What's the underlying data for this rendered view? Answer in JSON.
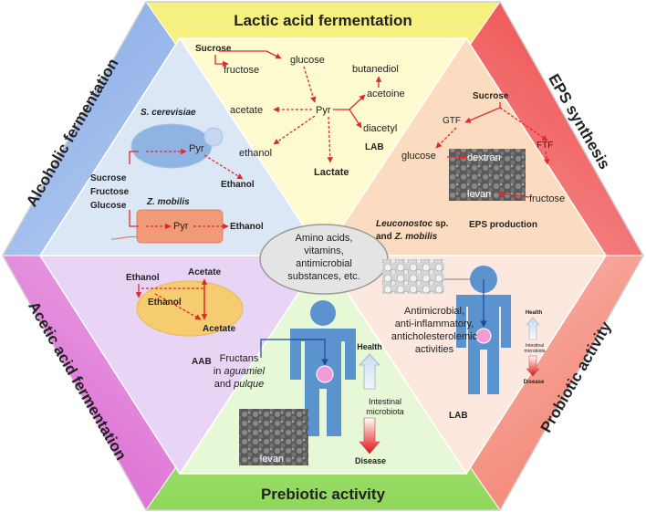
{
  "sections": {
    "lactic": "Lactic acid fermentation",
    "eps": "EPS synthesis",
    "probiotic_right": "Probiotic activity",
    "prebiotic": "Prebiotic activity",
    "acetic": "Acetic acid fermentation",
    "alcoholic": "Alcoholic fermentation"
  },
  "center": {
    "line1": "Amino acids,",
    "line2": "vitamins,",
    "line3": "antimicrobial",
    "line4": "substances, etc."
  },
  "lactic": {
    "sucrose": "Sucrose",
    "fructose": "fructose",
    "glucose": "glucose",
    "butanediol": "butanediol",
    "acetoine": "acetoine",
    "pyr": "Pyr",
    "acetate": "acetate",
    "diacetyl": "diacetyl",
    "ethanol": "ethanol",
    "lab": "LAB",
    "lactate": "Lactate"
  },
  "eps": {
    "sucrose": "Sucrose",
    "gtf": "GTF",
    "glucose": "glucose",
    "dextran": "dextran",
    "ftf": "FTF",
    "levan": "levan",
    "fructose": "fructose",
    "org1": "Leuconostoc",
    "org2": " sp.",
    "org3": "and ",
    "org4": "Z. mobilis",
    "production": "EPS production"
  },
  "alcoholic": {
    "s_cerevisiae": "S. cerevisiae",
    "pyr1": "Pyr",
    "ethanol1": "Ethanol",
    "sucrose": "Sucrose",
    "fructose": "Fructose",
    "glucose": "Glucose",
    "z_mobilis": "Z. mobilis",
    "pyr2": "Pyr",
    "ethanol2": "Ethanol"
  },
  "acetic": {
    "ethanol_top": "Ethanol",
    "acetate_top": "Acetate",
    "ethanol_in": "Ethanol",
    "acetate_in": "Acetate",
    "aab": "AAB"
  },
  "prebiotic_panel": {
    "fructans1": "Fructans",
    "fructans2": "in ",
    "aguamiel": "aguamiel",
    "fructans3": "and ",
    "pulque": "pulque",
    "levan": "levan",
    "health": "Health",
    "intestinal1": "Intestinal",
    "intestinal2": "microbiota",
    "disease": "Disease"
  },
  "probiotic_panel": {
    "line1": "Antimicrobial,",
    "line2": "anti-inflammatory,",
    "line3": "anticholesterolemic",
    "line4": "activities",
    "health": "Health",
    "intestinal1": "Intestinal",
    "intestinal2": "microbiota",
    "disease": "Disease",
    "lab": "LAB"
  },
  "colors": {
    "lactic_band": "#f4f07a",
    "eps_band": "#f26d6d",
    "probiotic_band": "#f4a090",
    "prebiotic_band": "#a8e070",
    "acetic_band": "#e08ad8",
    "alcoholic_band": "#9ab8e8",
    "arrow": "#e02a2a",
    "human": "#5b93cf"
  }
}
